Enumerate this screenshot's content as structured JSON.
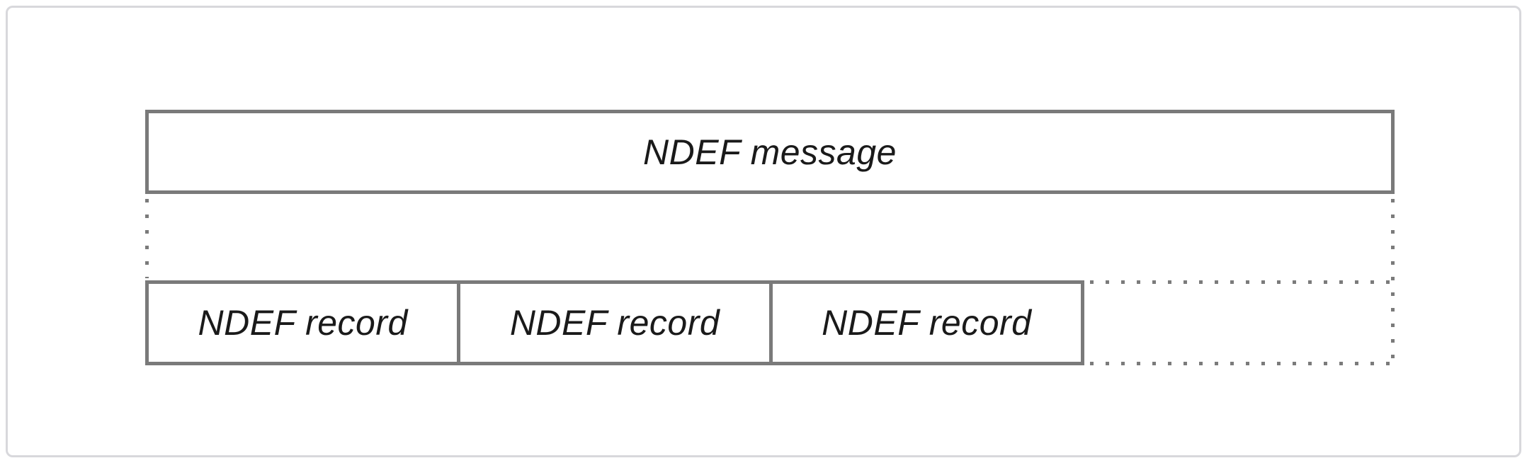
{
  "diagram": {
    "message": {
      "label": "NDEF message"
    },
    "records": [
      {
        "label": "NDEF record"
      },
      {
        "label": "NDEF record"
      },
      {
        "label": "NDEF record"
      }
    ],
    "colors": {
      "box-border": "#7a7a7a",
      "dot": "#7b7b7b",
      "text": "#1a1a1a",
      "frame-border": "#d8d8dc",
      "bg": "#ffffff"
    }
  }
}
